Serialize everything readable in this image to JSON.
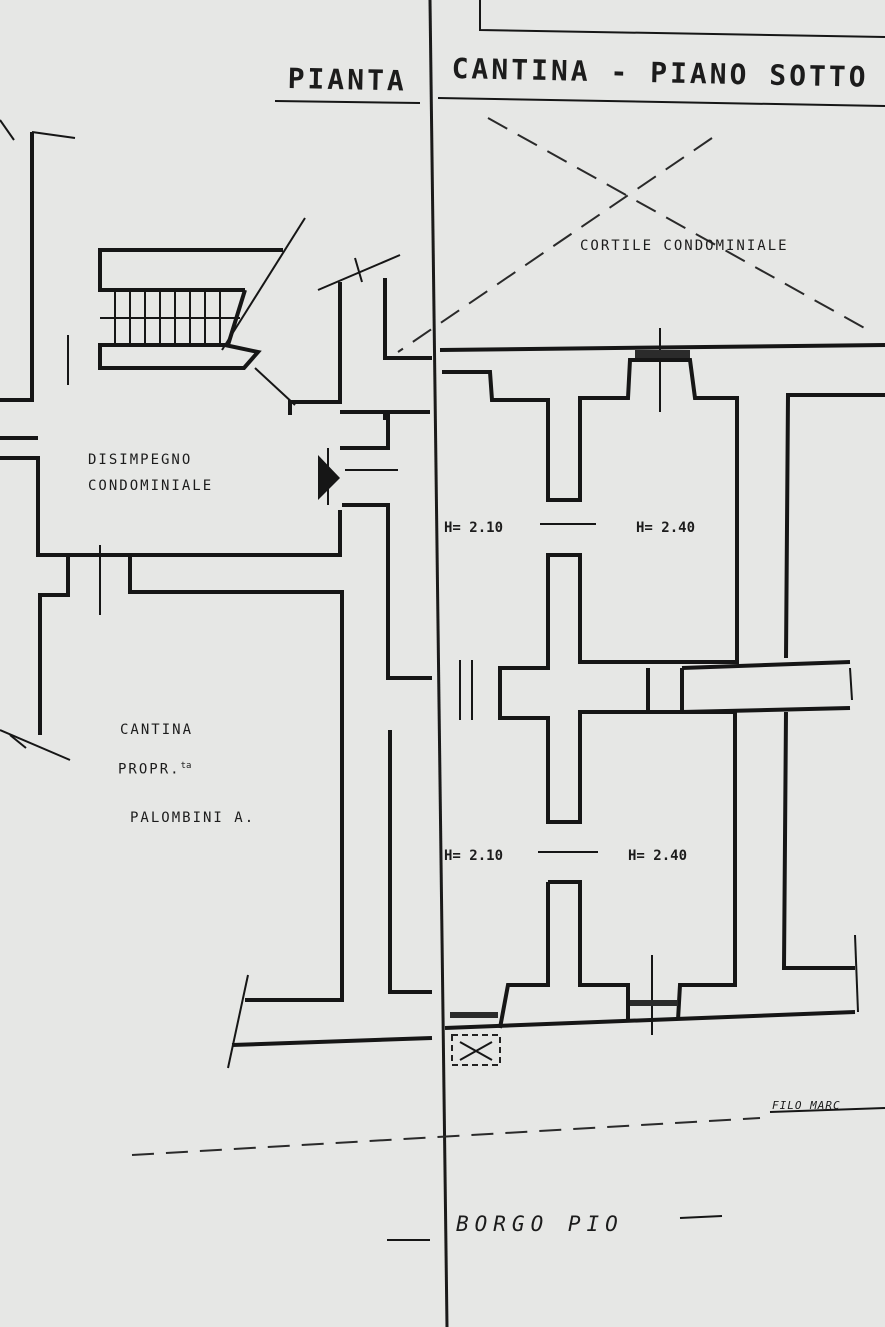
{
  "header": {
    "title_left": "PIANTA",
    "title_right": "CANTINA - PIANO SOTTO"
  },
  "rooms": {
    "courtyard": "CORTILE CONDOMINIALE",
    "hall_line1": "DISIMPEGNO",
    "hall_line2": "CONDOMINIALE",
    "cellar_line1": "CANTINA",
    "cellar_line2": "PROPR.",
    "cellar_line2_sup": "ta",
    "cellar_owner": "PALOMBINI A."
  },
  "heights": {
    "upper_left": "H= 2.10",
    "upper_right": "H= 2.40",
    "lower_left": "H= 2.10",
    "lower_right": "H= 2.40"
  },
  "street": {
    "marker": "FILO MARC",
    "name": "BORGO PIO"
  },
  "colors": {
    "paper": "#e6e7e5",
    "ink": "#161616"
  }
}
